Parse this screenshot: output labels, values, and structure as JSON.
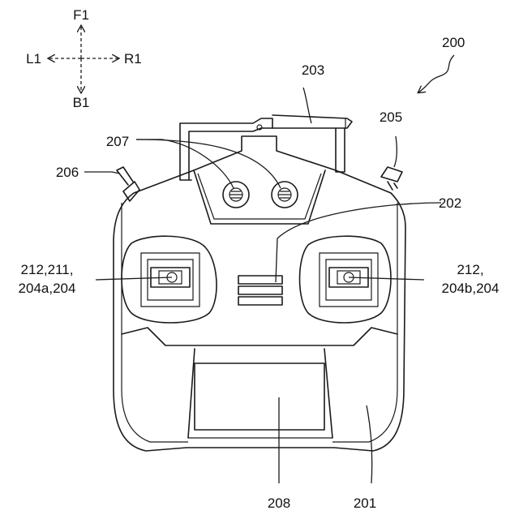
{
  "figure_number": "200",
  "directions": {
    "forward": "F1",
    "back": "B1",
    "left": "L1",
    "right": "R1"
  },
  "labels": {
    "housing": "201",
    "center_part": "202",
    "antenna": "203",
    "switch_right": "205",
    "switch_left": "206",
    "knobs": "207",
    "display": "208",
    "left_stick_line1": "212,211,",
    "left_stick_line2": "204a,204",
    "right_stick_line1": "212,",
    "right_stick_line2": "204b,204"
  },
  "colors": {
    "line": "#1a1a1a",
    "background": "#ffffff"
  }
}
